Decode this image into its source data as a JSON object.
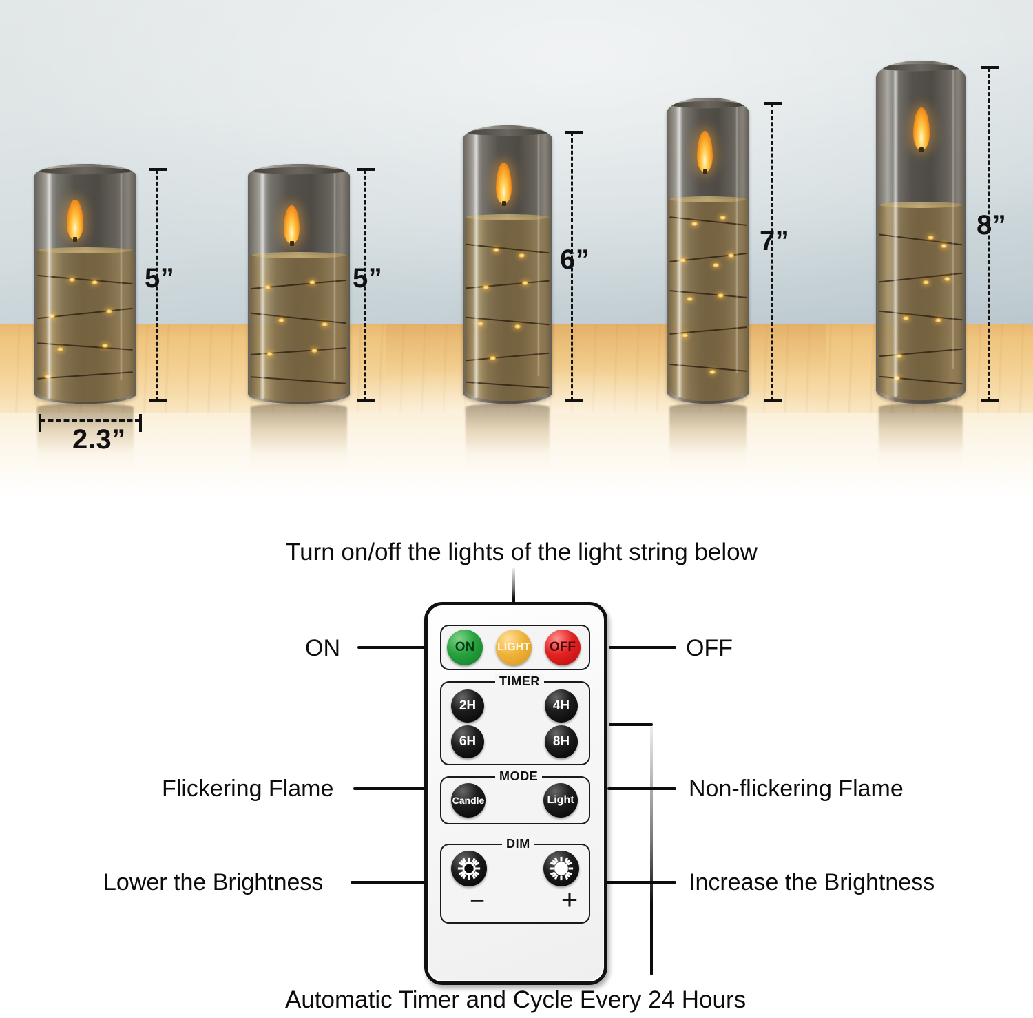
{
  "photo": {
    "candles": [
      {
        "height_label": "5”",
        "width_label": "2.3”"
      },
      {
        "height_label": "5”"
      },
      {
        "height_label": "6”"
      },
      {
        "height_label": "7”"
      },
      {
        "height_label": "8”"
      }
    ]
  },
  "diagram": {
    "top_caption": "Turn on/off the lights of the light string below",
    "bottom_caption": "Automatic Timer and Cycle Every 24 Hours",
    "left_callouts": [
      {
        "label": "ON"
      },
      {
        "label": "Flickering Flame"
      },
      {
        "label": "Lower the Brightness"
      }
    ],
    "right_callouts": [
      {
        "label": "OFF"
      },
      {
        "label": "Non-flickering Flame"
      },
      {
        "label": "Increase the Brightness"
      }
    ]
  },
  "remote": {
    "power_row": [
      {
        "label": "ON",
        "color": "#27a33d",
        "name": "on"
      },
      {
        "label": "LIGHT",
        "color": "#f0b43a",
        "name": "light"
      },
      {
        "label": "OFF",
        "color": "#e42222",
        "name": "off"
      }
    ],
    "timer": {
      "group_label": "TIMER",
      "buttons": [
        {
          "label": "2H"
        },
        {
          "label": "4H"
        },
        {
          "label": "6H"
        },
        {
          "label": "8H"
        }
      ]
    },
    "mode": {
      "group_label": "MODE",
      "buttons": [
        {
          "label": "Candle"
        },
        {
          "label": "Light"
        }
      ]
    },
    "dim": {
      "group_label": "DIM",
      "buttons": [
        {
          "icon": "sun-dim-icon",
          "sign": "−"
        },
        {
          "icon": "sun-bright-icon",
          "sign": "+"
        }
      ]
    }
  }
}
